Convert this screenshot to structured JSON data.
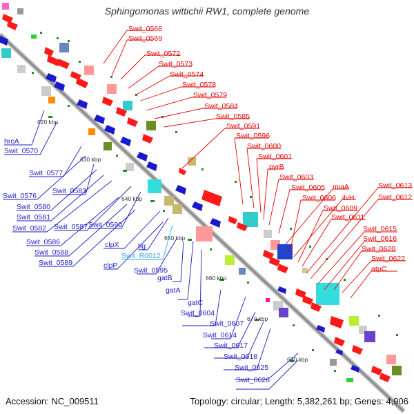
{
  "title": "Sphingomonas wittichii RW1, complete genome",
  "footer": {
    "accession": "Accession: NC_009511",
    "stats": "Topology: circular; Length: 5,382,261 bp; Genes: 4,906"
  },
  "colors": {
    "backbone": "#8c8c8c",
    "forward_label": "#e60000",
    "reverse_label": "#1a1acc",
    "rna_label": "#33aadd",
    "tick": "#228B22"
  },
  "ticks": [
    "620 kbp",
    "630 kbp",
    "640 kbp",
    "650 kbp",
    "660 kbp",
    "670 kbp",
    "680 kbp"
  ],
  "forward_labels": [
    "Swit_0568",
    "Swit_0569",
    "Swit_0572",
    "Swit_0573",
    "Swit_0574",
    "Swit_0578",
    "Swit_0579",
    "Swit_0584",
    "Swit_0585",
    "Swit_0591",
    "Swit_0596",
    "Swit_0600",
    "Swit_0601",
    "pyrB",
    "Swit_0603",
    "Swit_0605",
    "miaA",
    "Swit_0606",
    "ilvH",
    "Swit_0609",
    "Swit_0611",
    "Swit_0613",
    "Swit_0612",
    "Swit_0615",
    "Swit_0616",
    "Swit_0620",
    "Swit_0622",
    "atpC"
  ],
  "reverse_labels": [
    "hrcA",
    "Swit_0570",
    "Swit_0577",
    "Swit_0576",
    "Swit_0583",
    "Swit_0580",
    "Swit_0581",
    "Swit_0582",
    "Swit_0587",
    "Swit_0590",
    "Swit_0586",
    "Swit_0588",
    "Swit_0589",
    "clpX",
    "tig",
    "clpP",
    "Swit_R0012",
    "Swit_0595",
    "gatB",
    "gatA",
    "gatC",
    "Swit_0604",
    "Swit_0607",
    "Swit_0614",
    "Swit_0617",
    "Swit_0618",
    "Swit_0625",
    "Swit_0626"
  ]
}
